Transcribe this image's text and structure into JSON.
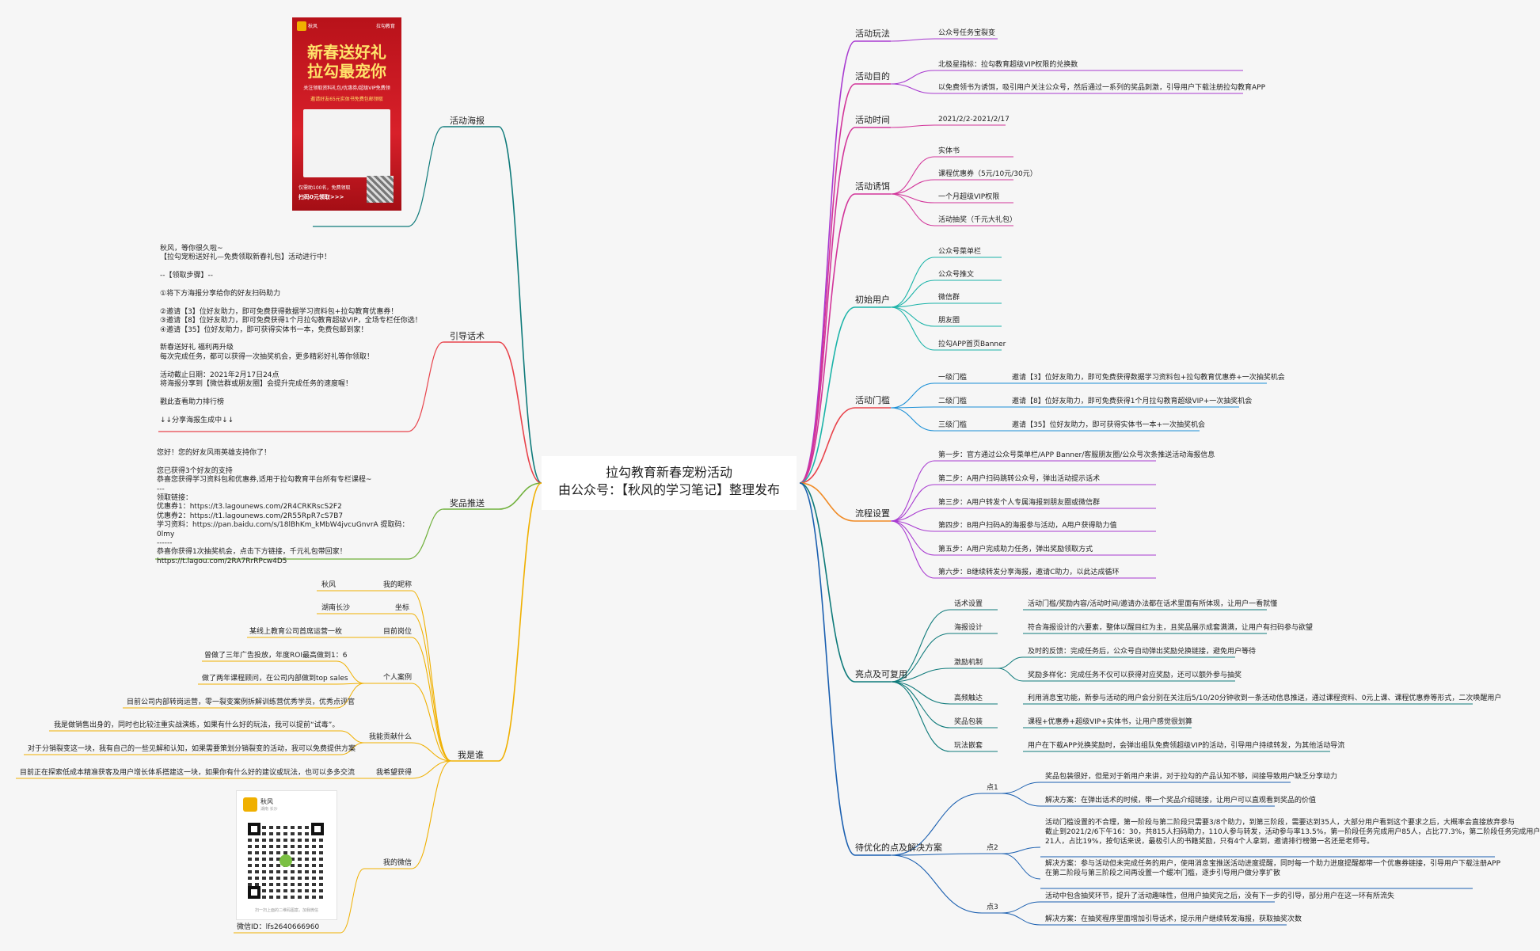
{
  "center": {
    "line1": "拉勾教育新春宠粉活动",
    "line2": "由公众号：【秋风的学习笔记】整理发布"
  },
  "colors": {
    "purple": "#a83ad0",
    "magenta": "#d2359a",
    "teal": "#1bb3a8",
    "blue": "#1a8fd6",
    "red": "#e8434b",
    "orange": "#f08a24",
    "green": "#6fb03a",
    "darkteal": "#0e7a7a",
    "navy": "#1a5fb0",
    "yellow": "#f0b000"
  },
  "right": {
    "play": {
      "label": "活动玩法",
      "items": [
        "公众号任务宝裂变"
      ]
    },
    "goal": {
      "label": "活动目的",
      "items": [
        "北极星指标：拉勾教育超级VIP权限的兑换数",
        "以免费领书为诱饵，吸引用户关注公众号，然后通过一系列的奖品刺激，引导用户下载注册拉勾教育APP"
      ]
    },
    "time": {
      "label": "活动时间",
      "items": [
        "2021/2/2-2021/2/17"
      ]
    },
    "bait": {
      "label": "活动诱饵",
      "items": [
        "实体书",
        "课程优惠券（5元/10元/30元）",
        "一个月超级VIP权限",
        "活动抽奖（千元大礼包）"
      ]
    },
    "users": {
      "label": "初始用户",
      "items": [
        "公众号菜单栏",
        "公众号推文",
        "微信群",
        "朋友圈",
        "拉勾APP首页Banner"
      ]
    },
    "threshold": {
      "label": "活动门槛",
      "items": [
        {
          "k": "一级门槛",
          "v": "邀请【3】位好友助力，即可免费获得数据学习资料包+拉勾教育优惠券+一次抽奖机会"
        },
        {
          "k": "二级门槛",
          "v": "邀请【8】位好友助力，即可免费获得1个月拉勾教育超级VIP+一次抽奖机会"
        },
        {
          "k": "三级门槛",
          "v": "邀请【35】位好友助力，即可获得实体书一本+一次抽奖机会"
        }
      ]
    },
    "flow": {
      "label": "流程设置",
      "items": [
        "第一步：官方通过公众号菜单栏/APP Banner/客服朋友圈/公众号次条推送活动海报信息",
        "第二步：A用户扫码跳转公众号，弹出活动提示话术",
        "第三步：A用户转发个人专属海报到朋友圈或微信群",
        "第四步：B用户扫码A的海报参与活动，A用户获得助力值",
        "第五步：A用户完成助力任务，弹出奖励领取方式",
        "第六步：B继续转发分享海报，邀请C助力，以此达成循环"
      ]
    },
    "highlights": {
      "label": "亮点及可复用",
      "items": [
        {
          "k": "话术设置",
          "v": [
            "活动门槛/奖励内容/活动时间/邀请办法都在话术里面有所体现，让用户一看就懂"
          ]
        },
        {
          "k": "海报设计",
          "v": [
            "符合海报设计的六要素，整体以醒目红为主，且奖品展示成套满满，让用户有扫码参与欲望"
          ]
        },
        {
          "k": "激励机制",
          "v": [
            "及时的反馈：完成任务后，公众号自动弹出奖励兑换链接，避免用户等待",
            "奖励多样化：完成任务不仅可以获得对应奖励，还可以额外参与抽奖"
          ]
        },
        {
          "k": "高频触达",
          "v": [
            "利用消息宝功能，新参与活动的用户会分别在关注后5/10/20分钟收到一条活动信息推送，通过课程资料、0元上课、课程优惠券等形式，二次唤醒用户"
          ]
        },
        {
          "k": "奖品包装",
          "v": [
            "课程+优惠券+超级VIP+实体书，让用户感觉很划算"
          ]
        },
        {
          "k": "玩法嵌套",
          "v": [
            "用户在下载APP兑换奖励时，会弹出组队免费领超级VIP的活动，引导用户持续转发，为其他活动导流"
          ]
        }
      ]
    },
    "improve": {
      "label": "待优化的点及解决方案",
      "items": [
        {
          "k": "点1",
          "v": [
            "奖品包装很好，但是对于新用户来讲，对于拉勾的产品认知不够，间接导致用户缺乏分享动力",
            "解决方案：在弹出话术的时候，带一个奖品介绍链接，让用户可以直观看到奖品的价值"
          ]
        },
        {
          "k": "点2",
          "v": [
            "活动门槛设置的不合理，第一阶段与第二阶段只需要3/8个助力，到第三阶段，需要达到35人，大部分用户看到这个要求之后，大概率会直接放弃参与",
            "截止到2021/2/6下午16：30，共815人扫码助力，110人参与转发，活动参与率13.5%，第一阶段任务完成用户85人，占比77.3%，第二阶段任务完成用户",
            "21人，占比19%，按句话来说，最极引人的书籍奖励，只有4个人拿到，邀请排行榜第一名还是老师号。",
            "解决方案：参与活动但未完成任务的用户，使用消息宝推送活动进度提醒，同时每一个助力进度提醒都带一个优惠券链接，引导用户下载注册APP",
            "在第二阶段与第三阶段之间再设置一个缓冲门槛，逐步引导用户做分享扩散"
          ]
        },
        {
          "k": "点3",
          "v": [
            "活动中包含抽奖环节，提升了活动趣味性，但用户抽奖完之后，没有下一步的引导，部分用户在这一环有所流失",
            "解决方案：在抽奖程序里面增加引导话术，提示用户继续转发海报，获取抽奖次数"
          ]
        }
      ]
    }
  },
  "left": {
    "poster": {
      "label": "活动海报",
      "brand": "秋风",
      "brand_sub": "拉勾教育",
      "big1": "新春送好礼",
      "big2": "拉勾最宠你",
      "line1": "关注领取资料礼包/优惠券/超级VIP免费领",
      "line2": "邀请好友65元实体书免费包邮领取",
      "cta1": "仅需助100名，免费领取",
      "cta2": "扫码0元领取>>>"
    },
    "script": {
      "label": "引导话术",
      "lines": [
        "秋风，等你很久啦~",
        "【拉勾宠粉送好礼—免费领取新春礼包】活动进行中！",
        "",
        "--【领取步骤】--",
        "",
        "①将下方海报分享给你的好友扫码助力",
        "",
        "②邀请【3】位好友助力，即可免费获得数据学习资料包+拉勾教育优惠券！",
        "③邀请【8】位好友助力，即可免费获得1个月拉勾教育超级VIP，全场专栏任你选！",
        "④邀请【35】位好友助力，即可获得实体书一本，免费包邮到家！",
        "",
        "新春送好礼 福利再升级",
        "每次完成任务，都可以获得一次抽奖机会，更多精彩好礼等你领取！",
        "",
        "活动截止日期：2021年2月17日24点",
        "将海报分享到【微信群或朋友圈】会提升完成任务的速度喔！",
        "",
        "戳此查看助力排行榜",
        "",
        "↓↓分享海报生成中↓↓"
      ]
    },
    "prize": {
      "label": "奖品推送",
      "lines": [
        "您好！您的好友风雨英雄支持你了！",
        "",
        "您已获得3个好友的支持",
        "恭喜您获得学习资料包和优惠券,适用于拉勾教育平台所有专栏课程~",
        "---",
        "领取链接：",
        "优惠券1：https://t3.lagounews.com/2R4CRKRscS2F2",
        "优惠券2：https://t1.lagounews.com/2R55RpR7cS7B7",
        "学习资料：https://pan.baidu.com/s/18lBhKm_kMbW4jvcuGnvrA 提取码：",
        "0lmy",
        "------",
        "恭喜你获得1次抽奖机会，点击下方链接，千元礼包带回家！",
        "https://t.lagou.com/2RA7RrRPcw4D5"
      ]
    },
    "whoami": {
      "label": "我是谁",
      "items": [
        {
          "k": "我的昵称",
          "v": [
            "秋风"
          ]
        },
        {
          "k": "坐标",
          "v": [
            "湖南长沙"
          ]
        },
        {
          "k": "目前岗位",
          "v": [
            "某线上教育公司首席运营一枚"
          ]
        },
        {
          "k": "个人案例",
          "v": [
            "曾做了三年广告投放，年度ROI最高做到1：6",
            "做了两年课程顾问，在公司内部做到top sales",
            "目前公司内部转岗运营，零一裂变案例拆解训练营优秀学员，优秀点评官"
          ]
        },
        {
          "k": "我能贡献什么",
          "v": [
            "我是做销售出身的，同时也比较注重实战演练，如果有什么好的玩法，我可以提前“试毒”。",
            "对于分销裂变这一块，我有自己的一些见解和认知，如果需要策划分销裂变的活动，我可以免费提供方案"
          ]
        },
        {
          "k": "我希望获得",
          "v": [
            "目前正在探索低成本精准获客及用户增长体系搭建这一块，如果你有什么好的建议或玩法，也可以多多交流"
          ]
        },
        {
          "k": "我的微信",
          "v": [
            "微信ID：lfs2640666960"
          ]
        }
      ]
    },
    "qr": {
      "name": "秋风",
      "sub": "湖南 长沙",
      "foot": "扫一扫上面的二维码图案，加我微信"
    }
  }
}
